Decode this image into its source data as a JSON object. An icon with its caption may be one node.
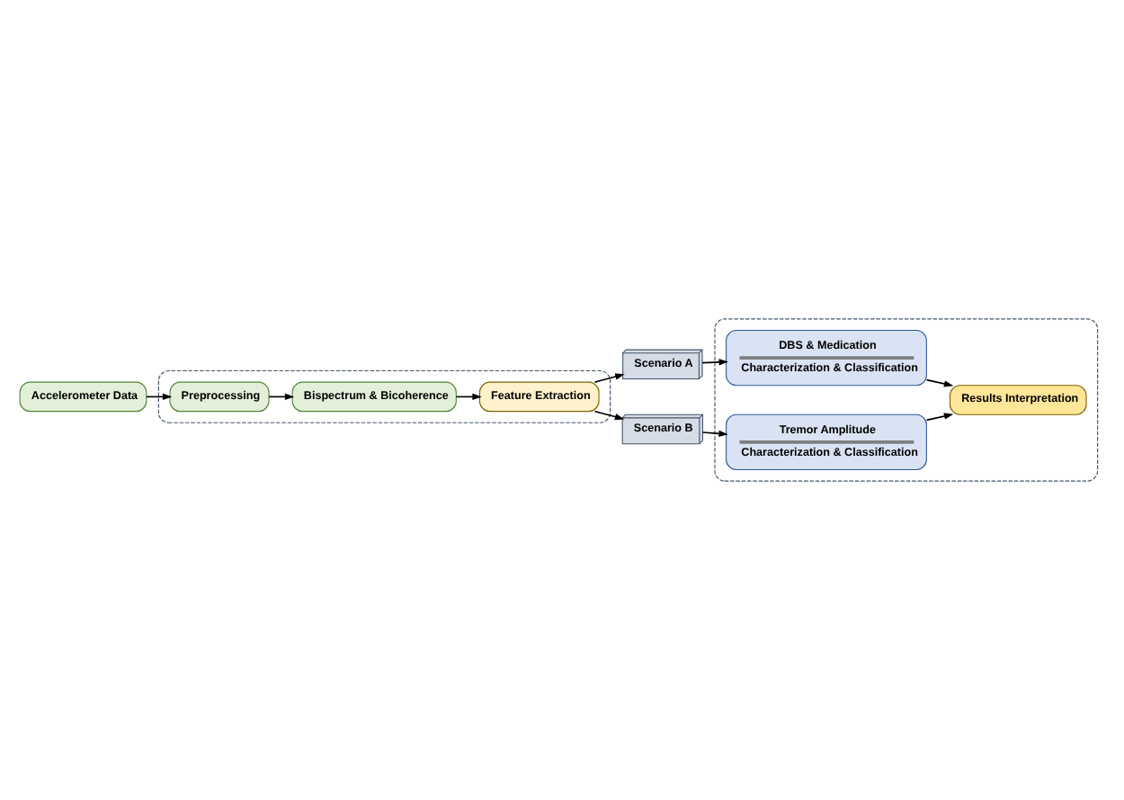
{
  "diagram": {
    "nodes": [
      {
        "text": [],
        "shape": "box"
      },
      {
        "text": [
          "Accelerometer Data"
        ]
      },
      {
        "text": [
          "Preprocessing"
        ],
        "in": 0
      },
      {
        "text": [
          "Bispectrum & Bicoherence"
        ],
        "in": 0
      },
      {
        "text": [
          "Feature Extraction"
        ],
        "in": 0
      },
      {
        "text": [
          "Scenario A"
        ]
      },
      {
        "text": [
          "Scenario B"
        ]
      },
      {
        "text": [],
        "shape": "box"
      },
      {
        "text": [
          "DBS & Medication",
          "Characterization & Classification"
        ],
        "in": 7
      },
      {
        "text": [
          "Tremor Amplitude",
          "Characterization & Classification"
        ],
        "in": 7
      },
      {
        "text": [
          "Results Interpretation"
        ],
        "in": 7
      }
    ],
    "edges": [
      {
        "from": 1,
        "to": 2,
        "arrow": "to"
      },
      {
        "from": 2,
        "to": 3,
        "arrow": "to"
      },
      {
        "from": 3,
        "to": 4,
        "arrow": "to"
      },
      {
        "from": 4,
        "to": 5,
        "arrow": "to"
      },
      {
        "from": 4,
        "to": 6,
        "arrow": "to"
      },
      {
        "from": 5,
        "to": 8,
        "arrow": "to"
      },
      {
        "from": 6,
        "to": 9,
        "arrow": "to"
      },
      {
        "from": 8,
        "to": 10,
        "arrow": "to"
      },
      {
        "from": 9,
        "to": 10,
        "arrow": "to"
      }
    ]
  }
}
